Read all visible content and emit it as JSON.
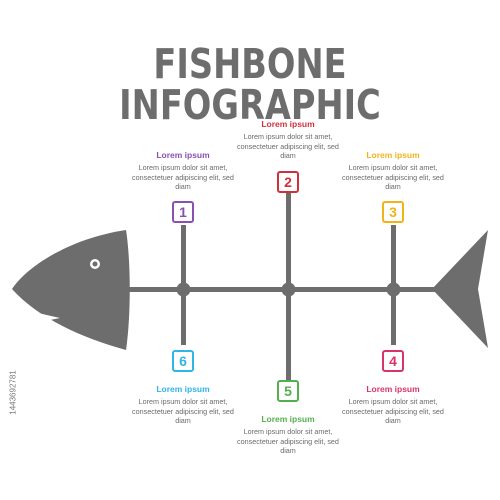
{
  "title": "FISHBONE INFOGRAPHIC",
  "side_id": "1443692781",
  "colors": {
    "fish": "#6d6d6d",
    "item1": "#8a4fb0",
    "item2": "#d0303a",
    "item3": "#f0b418",
    "item4": "#d8336e",
    "item5": "#54b04e",
    "item6": "#2fb6e6"
  },
  "items": [
    {
      "number": "1",
      "heading": "Lorem ipsum",
      "text": "Lorem ipsum dolor sit amet, consectetuer adipiscing elit, sed diam"
    },
    {
      "number": "2",
      "heading": "Lorem ipsum",
      "text": "Lorem ipsum dolor sit amet, consectetuer adipiscing elit, sed diam"
    },
    {
      "number": "3",
      "heading": "Lorem ipsum",
      "text": "Lorem ipsum dolor sit amet, consectetuer adipiscing elit, sed diam"
    },
    {
      "number": "4",
      "heading": "Lorem ipsum",
      "text": "Lorem ipsum dolor sit amet, consectetuer adipiscing elit, sed diam"
    },
    {
      "number": "5",
      "heading": "Lorem ipsum",
      "text": "Lorem ipsum dolor sit amet, consectetuer adipiscing elit, sed diam"
    },
    {
      "number": "6",
      "heading": "Lorem ipsum",
      "text": "Lorem ipsum dolor sit amet, consectetuer adipiscing elit, sed diam"
    }
  ]
}
